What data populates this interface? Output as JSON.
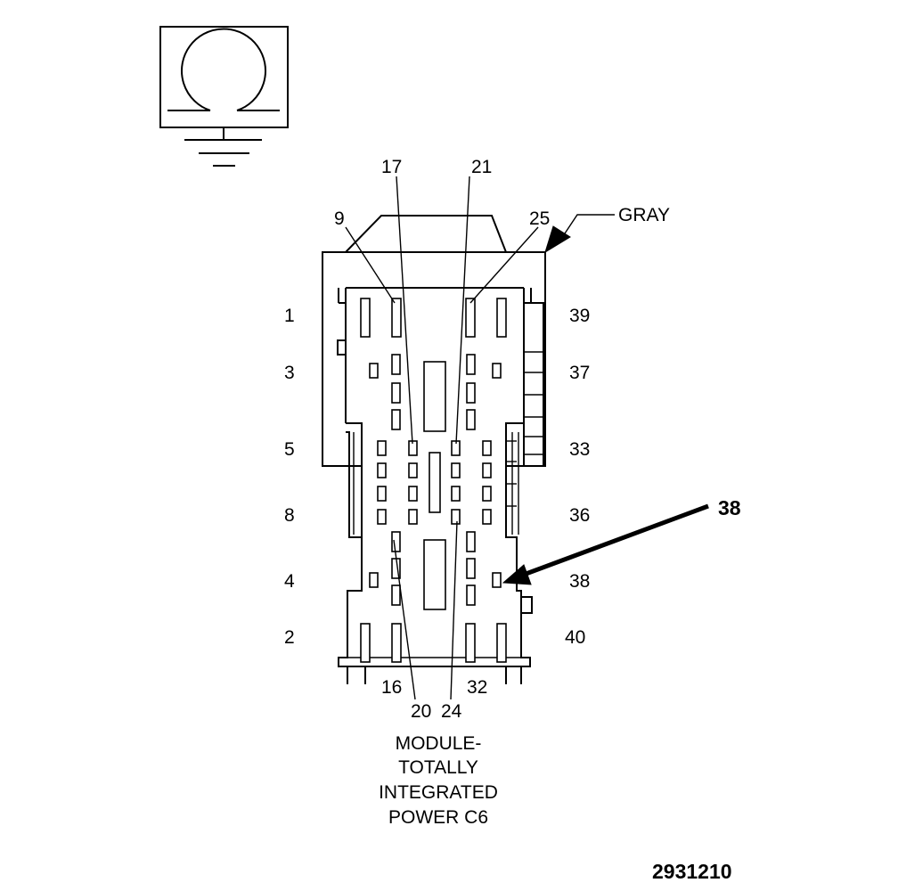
{
  "symbol": {
    "icon": "omega-ground-icon"
  },
  "connector": {
    "color_label": "GRAY",
    "title_lines": [
      "MODULE-",
      "TOTALLY",
      "INTEGRATED",
      "POWER C6"
    ]
  },
  "pin_labels": {
    "left": [
      "1",
      "3",
      "5",
      "8",
      "4",
      "2"
    ],
    "right": [
      "39",
      "37",
      "33",
      "36",
      "38",
      "40"
    ],
    "top": [
      "9",
      "17",
      "21",
      "25"
    ],
    "bottom": [
      "16",
      "32",
      "20",
      "24"
    ]
  },
  "callout": {
    "label": "38"
  },
  "figure_id": "2931210"
}
